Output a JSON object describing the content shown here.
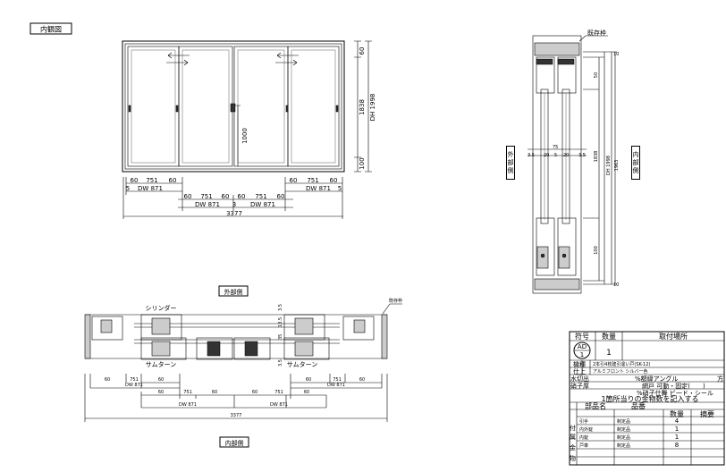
{
  "title_label": "内観図",
  "elevation": {
    "dims_top": [
      "60",
      "751",
      "60"
    ],
    "dw": "DW 871",
    "gap_small": "5",
    "gap_center": "3",
    "total_width": "3377",
    "height_top": "60",
    "height_mid": "1838",
    "height_bottom": "100",
    "dh": "DH 1998",
    "handle_height": "1000"
  },
  "plan_section": {
    "exterior_label": "外部側",
    "interior_label": "内部側",
    "cylinder_label": "シリンダー",
    "thumbturn_label": "サムターン",
    "existing_frame_label": "既存枠",
    "dims": [
      "60",
      "751",
      "60"
    ],
    "dw": "DW 871",
    "total_width": "3377",
    "side_dims": [
      "3.5",
      "13.5",
      "35",
      "3.5"
    ]
  },
  "vertical_section": {
    "existing_frame_label": "既存枠",
    "exterior_label": "外部側",
    "interior_label": "内部側",
    "dims": [
      "50",
      "1838",
      "DH 1998",
      "1963",
      "100",
      "10",
      "10"
    ],
    "width_dims": [
      "3.5",
      "20",
      "5",
      "20",
      "3.5",
      "75"
    ]
  },
  "spec_table": {
    "headers": [
      "符号",
      "数量",
      "取付場所"
    ],
    "symbol": "AD",
    "symbol_num": "1",
    "quantity": "1",
    "model_label": "機種",
    "model_value": "2本引4枚建引違い戸(SK-12)",
    "finish_label": "仕上",
    "finish_value": "アルミフロント シルバー色",
    "drip_label": "水切出",
    "drip_value": "%額縁アングル",
    "drip_unit": "方",
    "glass_label": "硝子厚",
    "door_option": "網戸 可動・固定(　　)",
    "glass_option": "%硝子仕舞 ビ一ド・シール",
    "hardware_heading": "1箇所当りの金物数を記入する",
    "columns": [
      "部品名",
      "品番",
      "数量",
      "摘要"
    ],
    "side_label": [
      "付",
      "属",
      "金",
      "物"
    ],
    "rows": [
      {
        "name": "引手",
        "part": "制定品",
        "qty": "4",
        "note": ""
      },
      {
        "name": "内外錠",
        "part": "制定品",
        "qty": "1",
        "note": ""
      },
      {
        "name": "内錠",
        "part": "制定品",
        "qty": "1",
        "note": ""
      },
      {
        "name": "戸車",
        "part": "制定品",
        "qty": "8",
        "note": ""
      },
      {
        "name": "",
        "part": "",
        "qty": "",
        "note": ""
      },
      {
        "name": "",
        "part": "",
        "qty": "",
        "note": ""
      }
    ]
  }
}
